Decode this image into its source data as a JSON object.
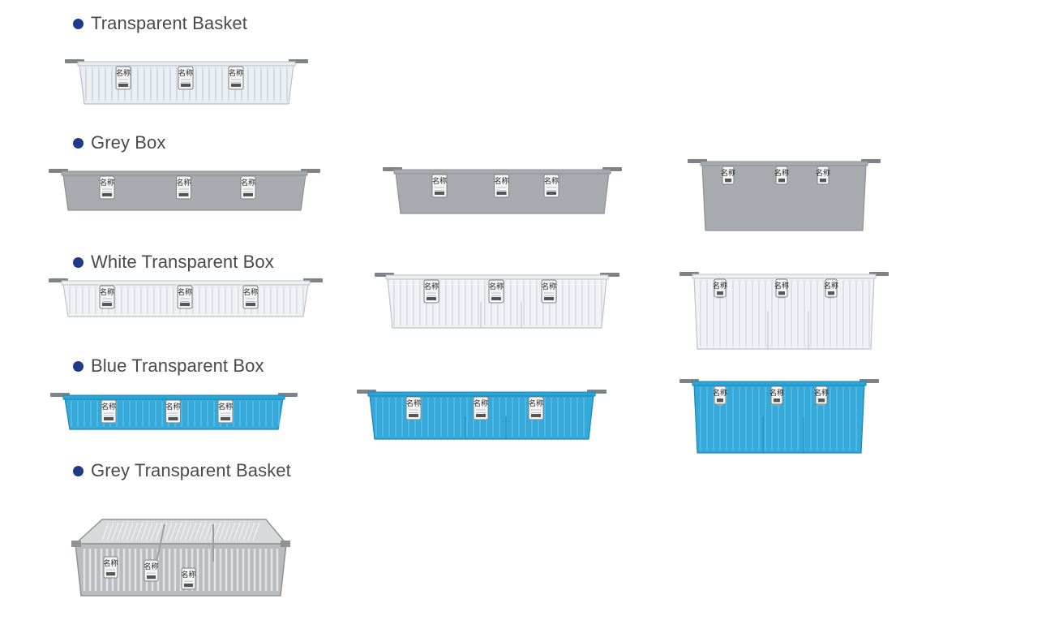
{
  "colors": {
    "bullet": "#1f3a8a",
    "heading_text": "#4a4a4a",
    "clear": "#e8edf2",
    "grey": "#a7aaae",
    "white_clear": "#eef1f4",
    "blue": "#2aa5d8",
    "grey_clear": "#b9bcbf"
  },
  "label_tag_text": "名称",
  "sections": [
    {
      "title": "Transparent Basket"
    },
    {
      "title": "Grey Box"
    },
    {
      "title": "White Transparent Box"
    },
    {
      "title": "Blue Transparent Box"
    },
    {
      "title": "Grey Transparent Basket"
    }
  ]
}
